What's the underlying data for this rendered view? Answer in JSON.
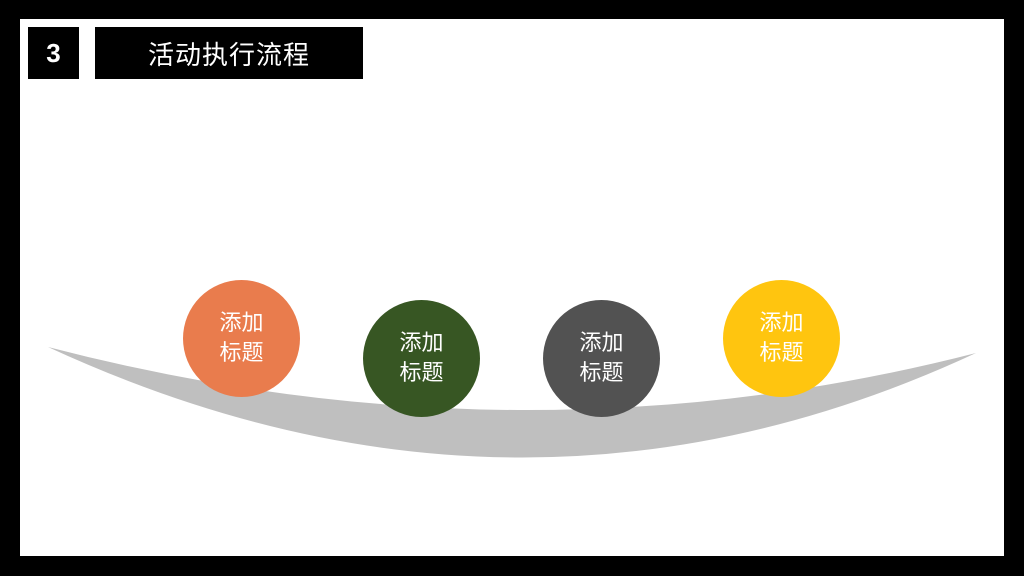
{
  "header": {
    "section_number": "3",
    "title": "活动执行流程"
  },
  "steps": [
    {
      "line1": "添加",
      "line2": "标题",
      "color": "#E97C4D"
    },
    {
      "line1": "添加",
      "line2": "标题",
      "color": "#375623"
    },
    {
      "line1": "添加",
      "line2": "标题",
      "color": "#525252"
    },
    {
      "line1": "添加",
      "line2": "标题",
      "color": "#FFC50F"
    }
  ],
  "colors": {
    "frame": "#000000",
    "background": "#FFFFFF",
    "arc": "#BFBFBF"
  }
}
